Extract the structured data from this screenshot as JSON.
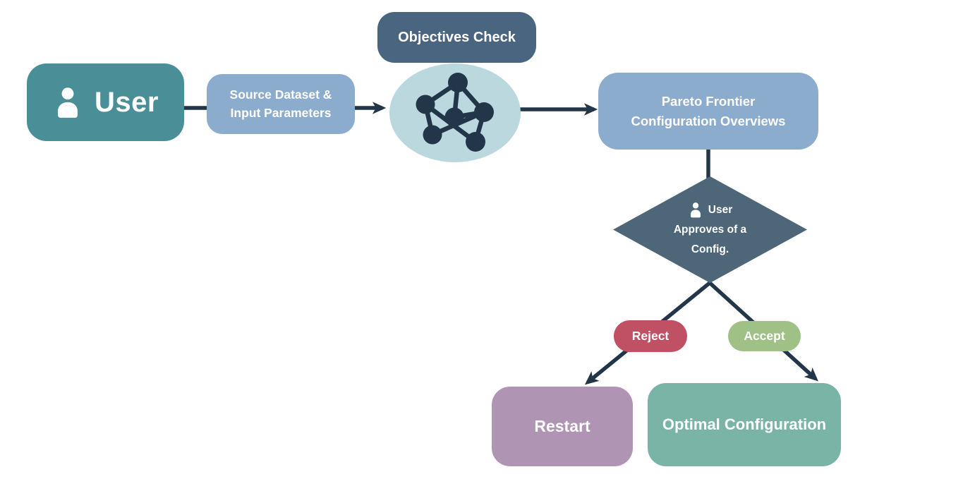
{
  "colors": {
    "background": "#FFFFFF",
    "dark": "#233649",
    "user-box": "#4A8F98",
    "info-box": "#8CACCE",
    "objectives-label": "#4A6580",
    "network-circle": "#BAD8DE",
    "diamond": "#4D6678",
    "reject": "#C05064",
    "accept": "#A0C185",
    "restart-box": "#B094B3",
    "optimal-box": "#7AB4A6",
    "text": "#FFFFFF"
  },
  "diagram": {
    "user_box": {
      "label": "User",
      "icon": "person-icon"
    },
    "source_box": {
      "line1": "Source Dataset &",
      "line2": "Input Parameters"
    },
    "objectives_label": {
      "label": "Objectives Check"
    },
    "network_circle": {
      "icon": "network-graph-icon"
    },
    "pareto_box": {
      "line1": "Pareto Frontier",
      "line2": "Configuration Overviews"
    },
    "decision_diamond": {
      "icon": "person-icon",
      "line1": "User",
      "line2": "Approves of a",
      "line3": "Config."
    },
    "reject_badge": {
      "label": "Reject"
    },
    "accept_badge": {
      "label": "Accept"
    },
    "restart_box": {
      "label": "Restart"
    },
    "optimal_box": {
      "label": "Optimal Configuration"
    }
  }
}
